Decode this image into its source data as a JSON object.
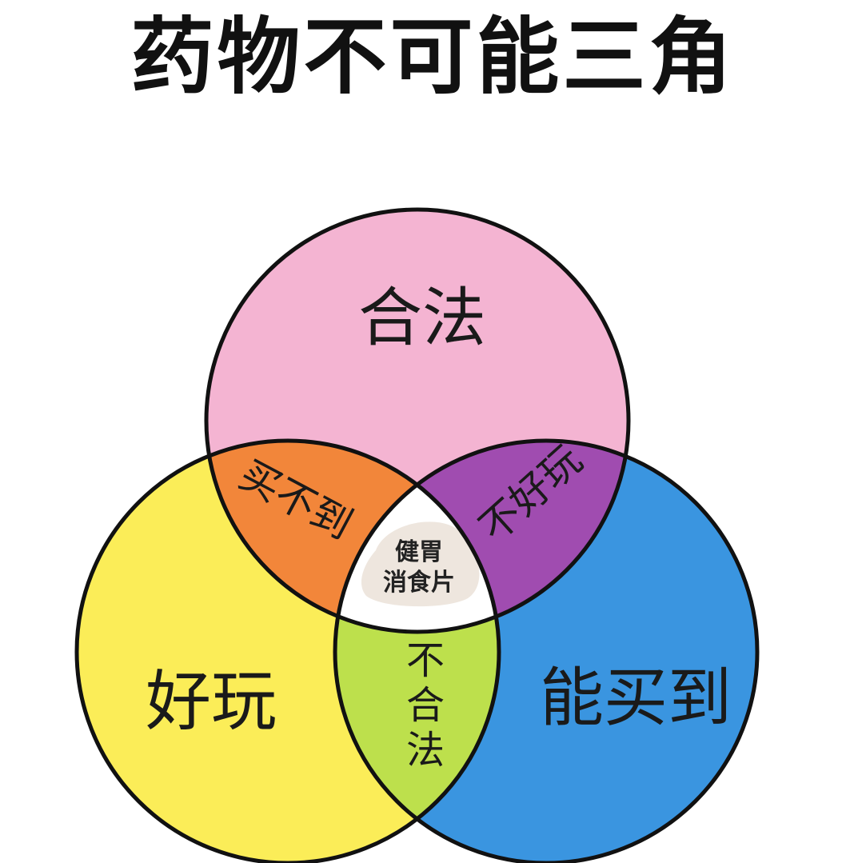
{
  "title": "药物不可能三角",
  "colors": {
    "legal": "#f4b4d2",
    "fun": "#fbed58",
    "buyable": "#3a95e0",
    "legal_fun": "#f2863a",
    "legal_buyable": "#a04cb0",
    "fun_buyable": "#bde04c",
    "center": "#eee6de",
    "outline": "#111111"
  },
  "sets": {
    "legal": "合法",
    "fun": "好玩",
    "buyable": "能买到"
  },
  "intersections": {
    "legal_fun": "买不到",
    "legal_buyable": "不好玩",
    "fun_buyable": "不合法",
    "center_line1": "健胃",
    "center_line2": "消食片"
  }
}
